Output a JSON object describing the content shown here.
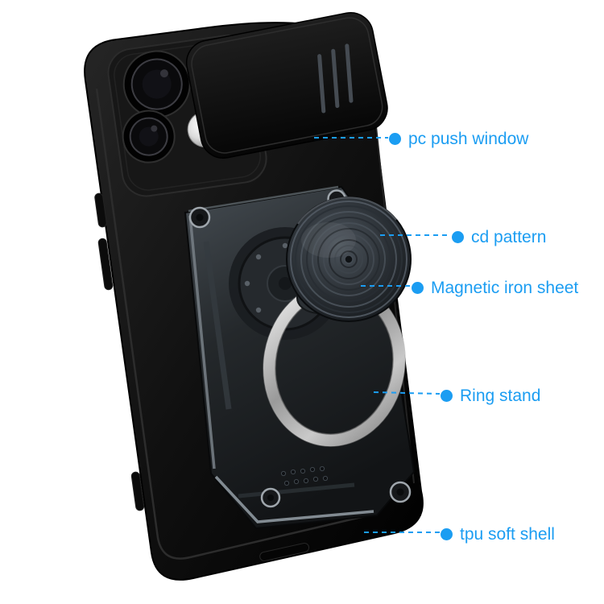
{
  "colors": {
    "accent": "#1b9df2",
    "background": "#ffffff",
    "case_color": "#101010",
    "armor_plate_color": "#2a2f33",
    "ring_metal_color": "#b5b5b5"
  },
  "annotations": [
    {
      "id": "pc-push-window",
      "label": "pc push window"
    },
    {
      "id": "cd-pattern",
      "label": "cd pattern"
    },
    {
      "id": "magnetic-iron-sheet",
      "label": "Magnetic iron sheet"
    },
    {
      "id": "ring-stand",
      "label": "Ring stand"
    },
    {
      "id": "tpu-soft-shell",
      "label": "tpu soft shell"
    }
  ]
}
